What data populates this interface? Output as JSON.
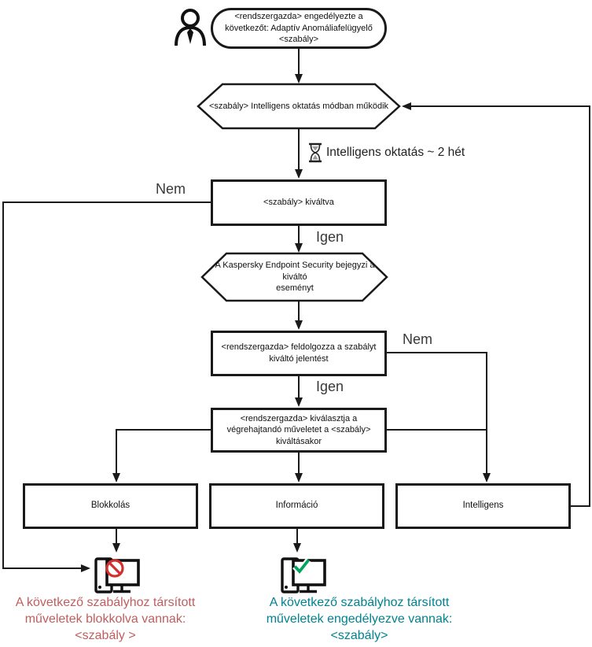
{
  "nodes": {
    "start": {
      "text": "<rendszergazda> engedélyezte a\nkövetkezőt: Adaptív Anomáliafelügyelő\n<szabály>"
    },
    "training_mode": {
      "text": "<szabály> Intelligens oktatás módban működik"
    },
    "timer": {
      "text": "Intelligens oktatás ~ 2 hét"
    },
    "triggered": {
      "text": "<szabály> kiváltva"
    },
    "logs_event": {
      "text": "A Kaspersky Endpoint Security bejegyzi a kiváltó\neseményt"
    },
    "processes_report": {
      "text": "<rendszergazda> feldolgozza a szabályt\nkiváltó jelentést"
    },
    "selects_action": {
      "text": "<rendszergazda> kiválasztja a\nvégrehajtandó műveletet a <szabály>\nkiváltásakor"
    },
    "action_block": {
      "text": "Blokkolás"
    },
    "action_info": {
      "text": "Információ"
    },
    "action_smart": {
      "text": "Intelligens"
    }
  },
  "labels": {
    "no_left": "Nem",
    "yes_top": "Igen",
    "no_right": "Nem",
    "yes_bottom": "Igen"
  },
  "outcomes": {
    "blocked": {
      "text": "A következő szabályhoz társított\nműveletek blokkolva vannak:\n<szabály >"
    },
    "allowed": {
      "text": "A következő szabályhoz társított\nműveletek engedélyezve vannak:\n<szabály>"
    }
  },
  "colors": {
    "line": "#1a1a1a",
    "blocked_text": "#c05e5e",
    "allowed_text": "#00838f",
    "prohibit_icon": "#d22f2f",
    "check_icon": "#00a65e"
  },
  "icons": {
    "person": "person-icon",
    "hourglass": "hourglass-icon",
    "blocked_computer": "blocked-computer-icon",
    "allowed_computer": "allowed-computer-icon"
  }
}
